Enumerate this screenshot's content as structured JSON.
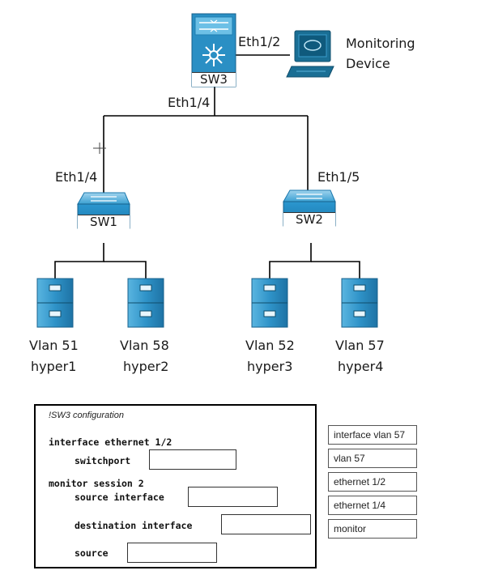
{
  "diagram": {
    "sw3": {
      "name": "SW3",
      "port_monitor": "Eth1/2",
      "port_down": "Eth1/4"
    },
    "monitoring_device": {
      "line1": "Monitoring",
      "line2": "Device"
    },
    "sw1": {
      "name": "SW1",
      "port_up": "Eth1/4"
    },
    "sw2": {
      "name": "SW2",
      "port_up": "Eth1/5"
    },
    "hosts": [
      {
        "vlan": "Vlan 51",
        "name": "hyper1"
      },
      {
        "vlan": "Vlan 58",
        "name": "hyper2"
      },
      {
        "vlan": "Vlan 52",
        "name": "hyper3"
      },
      {
        "vlan": "Vlan 57",
        "name": "hyper4"
      }
    ],
    "colors": {
      "switch_blue": "#1f8fc4",
      "device_blue": "#1a6e94",
      "line": "#000000"
    }
  },
  "config": {
    "title": "!SW3 configuration",
    "line1": "interface ethernet 1/2",
    "line2": "switchport",
    "line3": "monitor session 2",
    "line4": "source interface",
    "line5": "destination interface",
    "line6": "source"
  },
  "options": [
    "interface vlan 57",
    "vlan 57",
    "ethernet 1/2",
    "ethernet 1/4",
    "monitor"
  ]
}
